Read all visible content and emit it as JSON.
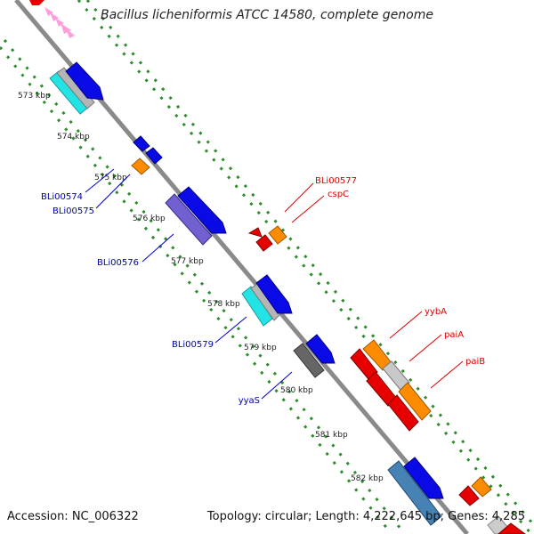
{
  "title": "Bacillus licheniformis ATCC 14580, complete genome",
  "footer": {
    "accession": "Accession: NC_006322",
    "summary": "Topology: circular; Length: 4,222,645 bp; Genes: 4,285"
  },
  "ticks": [
    "573 kbp",
    "574 kbp",
    "575 kbp",
    "576 kbp",
    "577 kbp",
    "578 kbp",
    "579 kbp",
    "580 kbp",
    "581 kbp",
    "582 kbp"
  ],
  "gene_labels": {
    "left": [
      "BLi00574",
      "BLi00575",
      "BLi00576",
      "BLi00579",
      "yyaS"
    ],
    "right": [
      "BLi00577",
      "cspC",
      "yybA",
      "paiA",
      "paiB"
    ]
  },
  "colors": {
    "backbone": "#888888",
    "dots": "#2e8b2e",
    "blue": "#0a0ae6",
    "cyan": "#22e4e4",
    "gray": "#9a9a9a",
    "orange": "#ff8c00",
    "red": "#e60000",
    "purple": "#7060d0",
    "steelblue": "#4682b4",
    "pink": "#ff9ed9",
    "left_label": "#0000aa",
    "right_label": "#dd0000"
  }
}
